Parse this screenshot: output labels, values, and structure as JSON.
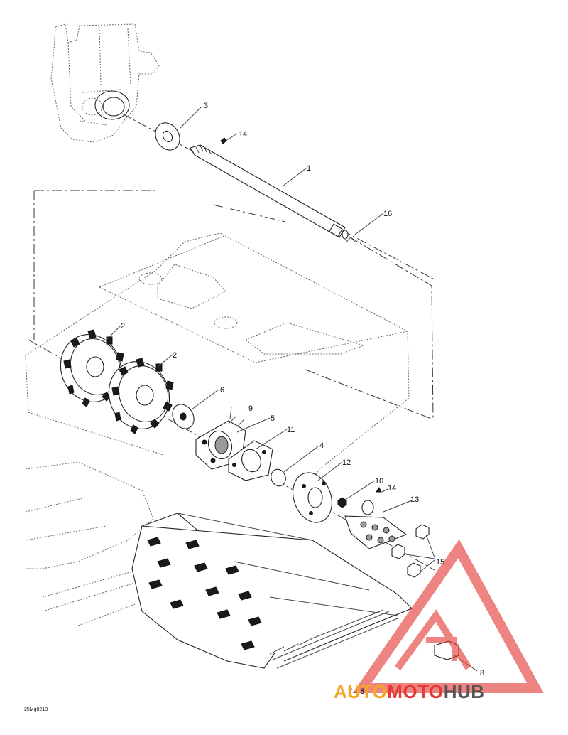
{
  "figure_code": "25Mq0213",
  "callouts": [
    "1",
    "2",
    "2",
    "3",
    "4",
    "5",
    "6",
    "7→8",
    "8",
    "9",
    "10",
    "11",
    "12",
    "13",
    "14",
    "14",
    "15",
    "16"
  ],
  "watermark": {
    "word_a": "AUTO",
    "word_b": "MOTO",
    "word_c": "HUB",
    "color_a": "#f5a623",
    "color_b": "#e53935",
    "color_c": "#555555",
    "triangle_color": "#e53935"
  }
}
